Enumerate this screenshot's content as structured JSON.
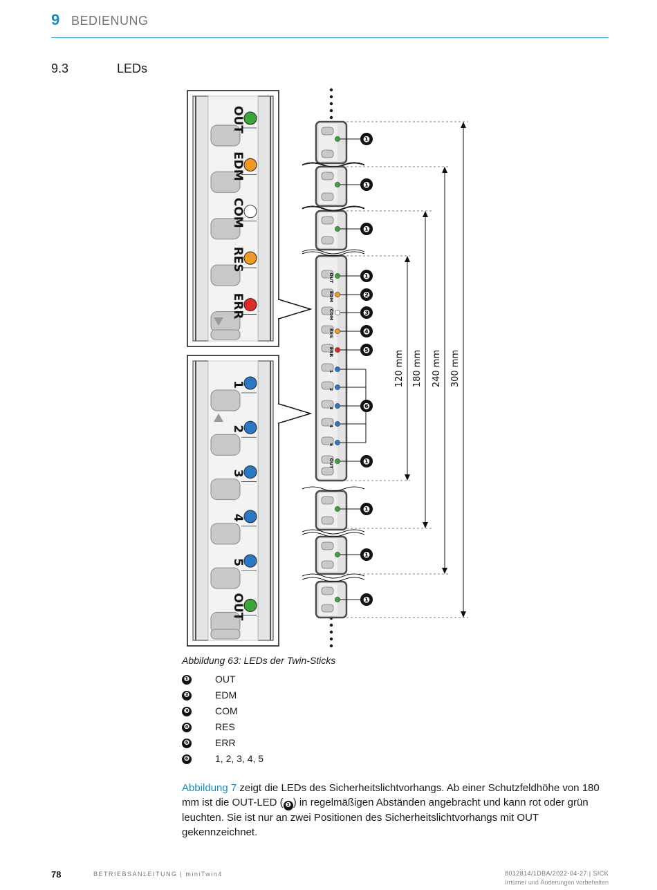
{
  "header": {
    "chapter_number": "9",
    "chapter_title": "BEDIENUNG"
  },
  "section": {
    "number": "9.3",
    "title": "LEDs"
  },
  "figure": {
    "zoom_top_labels": [
      "OUT",
      "EDM",
      "COM",
      "RES",
      "ERR"
    ],
    "zoom_top_colors": [
      "#3aa635",
      "#f29a1f",
      "#ffffff",
      "#f29a1f",
      "#e02a26"
    ],
    "zoom_bottom_labels": [
      "1",
      "2",
      "3",
      "4",
      "5",
      "OUT"
    ],
    "zoom_bottom_colors": [
      "#2a78c8",
      "#2a78c8",
      "#2a78c8",
      "#2a78c8",
      "#2a78c8",
      "#3aa635"
    ],
    "stick_labels": [
      "OUT",
      "EDM",
      "COM",
      "RES",
      "ERR",
      "1",
      "2",
      "3",
      "4",
      "5",
      "OUT"
    ],
    "callout_marks": [
      "❶",
      "❷",
      "❸",
      "❹",
      "❺",
      "❻"
    ],
    "dimensions": [
      "120 mm",
      "180 mm",
      "240 mm",
      "300 mm"
    ],
    "colors": {
      "green": "#3aa635",
      "orange": "#f29a1f",
      "red": "#e02a26",
      "blue": "#2a78c8",
      "housing": "#4a4a4a"
    }
  },
  "caption": "Abbildung 63: LEDs der Twin-Sticks",
  "legend": [
    {
      "mark": "❶",
      "label": "OUT"
    },
    {
      "mark": "❷",
      "label": "EDM"
    },
    {
      "mark": "❸",
      "label": "COM"
    },
    {
      "mark": "❹",
      "label": "RES"
    },
    {
      "mark": "❺",
      "label": "ERR"
    },
    {
      "mark": "❻",
      "label": "1, 2, 3, 4, 5"
    }
  ],
  "paragraph": {
    "link": "Abbildung 7",
    "text_a": " zeigt die LEDs des Sicherheitslichtvorhangs. Ab einer Schutzfeldhöhe von 180 mm ist die OUT-LED (",
    "mark": "❶",
    "text_b": ") in regelmäßigen Abständen angebracht und kann rot oder grün leuchten. Sie ist nur an zwei Positionen des Sicherheitslichtvorhangs mit OUT gekennzeichnet."
  },
  "footer": {
    "page": "78",
    "doc": "BETRIEBSANLEITUNG | miniTwin4",
    "ref": "8012814/1DBA/2022-04-27 | SICK",
    "note": "Irrtümer und Änderungen vorbehalten"
  }
}
